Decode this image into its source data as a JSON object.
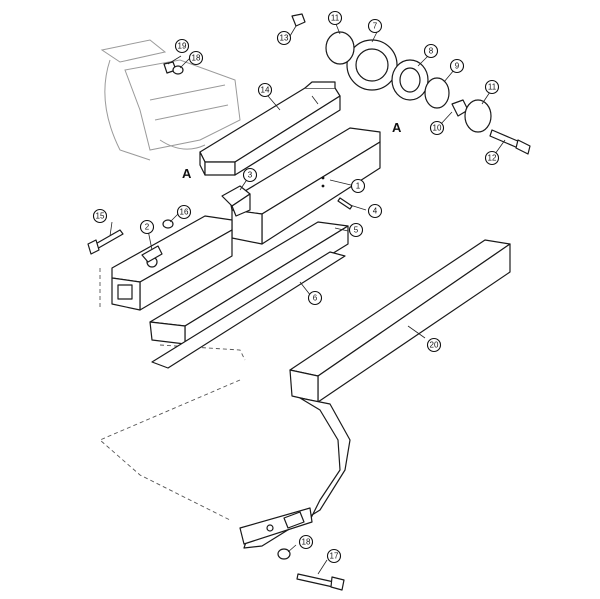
{
  "section_markers": [
    "A",
    "A"
  ],
  "callouts": {
    "c1": "1",
    "c2": "2",
    "c3": "3",
    "c4": "4",
    "c5": "5",
    "c6": "6",
    "c7": "7",
    "c8": "8",
    "c9": "9",
    "c10": "10",
    "c11": "11",
    "c12": "12",
    "c13": "13",
    "c14": "14",
    "c15": "15",
    "c16": "16",
    "c17": "17",
    "c18a": "18",
    "c18b": "18",
    "c19": "19",
    "c20": "20"
  }
}
